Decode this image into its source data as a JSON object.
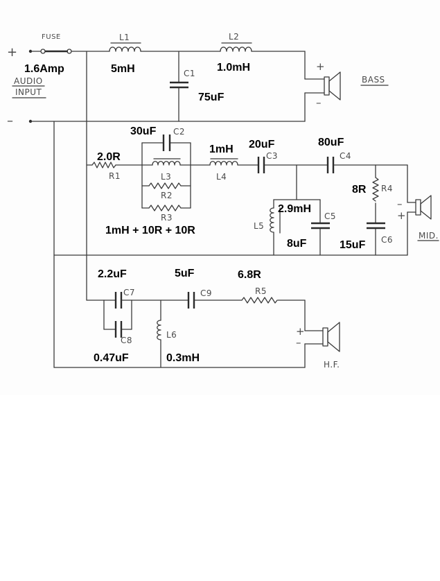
{
  "inputs": {
    "plus_sign": "+",
    "minus_sign": "–",
    "audio_label": "AUDIO",
    "input_label": "INPUT"
  },
  "fuse": {
    "label": "FUSE",
    "value": "1.6Amp"
  },
  "components": {
    "L1": {
      "ref": "L1",
      "value": "5mH"
    },
    "L2": {
      "ref": "L2",
      "value": "1.0mH"
    },
    "C1": {
      "ref": "C1",
      "value": "75uF"
    },
    "C2": {
      "ref": "C2",
      "value": "30uF"
    },
    "L3": {
      "ref": "L3"
    },
    "R2": {
      "ref": "R2"
    },
    "R3": {
      "ref": "R3"
    },
    "L3_R2_R3_note": "1mH + 10R + 10R",
    "R1": {
      "ref": "R1",
      "value": "2.0R"
    },
    "L4": {
      "ref": "L4",
      "value": "1mH"
    },
    "C3": {
      "ref": "C3",
      "value": "20uF"
    },
    "C4": {
      "ref": "C4",
      "value": "80uF"
    },
    "R4": {
      "ref": "R4",
      "value": "8R"
    },
    "L5": {
      "ref": "L5",
      "value": "2.9mH"
    },
    "C5": {
      "ref": "C5",
      "value": "8uF"
    },
    "C6": {
      "ref": "C6",
      "value": "15uF"
    },
    "C7": {
      "ref": "C7",
      "value": "2.2uF"
    },
    "C8": {
      "ref": "C8",
      "value": "0.47uF"
    },
    "C9": {
      "ref": "C9",
      "value": "5uF"
    },
    "R5": {
      "ref": "R5",
      "value": "6.8R"
    },
    "L6": {
      "ref": "L6",
      "value": "0.3mH"
    }
  },
  "speakers": {
    "bass": {
      "label": "BASS",
      "plus": "+",
      "minus": "–"
    },
    "mid": {
      "label": "MID.",
      "plus": "+",
      "minus": "–"
    },
    "hf": {
      "label": "H.F.",
      "plus": "+",
      "minus": "–"
    }
  },
  "icons": [
    "fuse-icon",
    "inductor-icon",
    "capacitor-icon",
    "resistor-icon",
    "speaker-icon"
  ]
}
